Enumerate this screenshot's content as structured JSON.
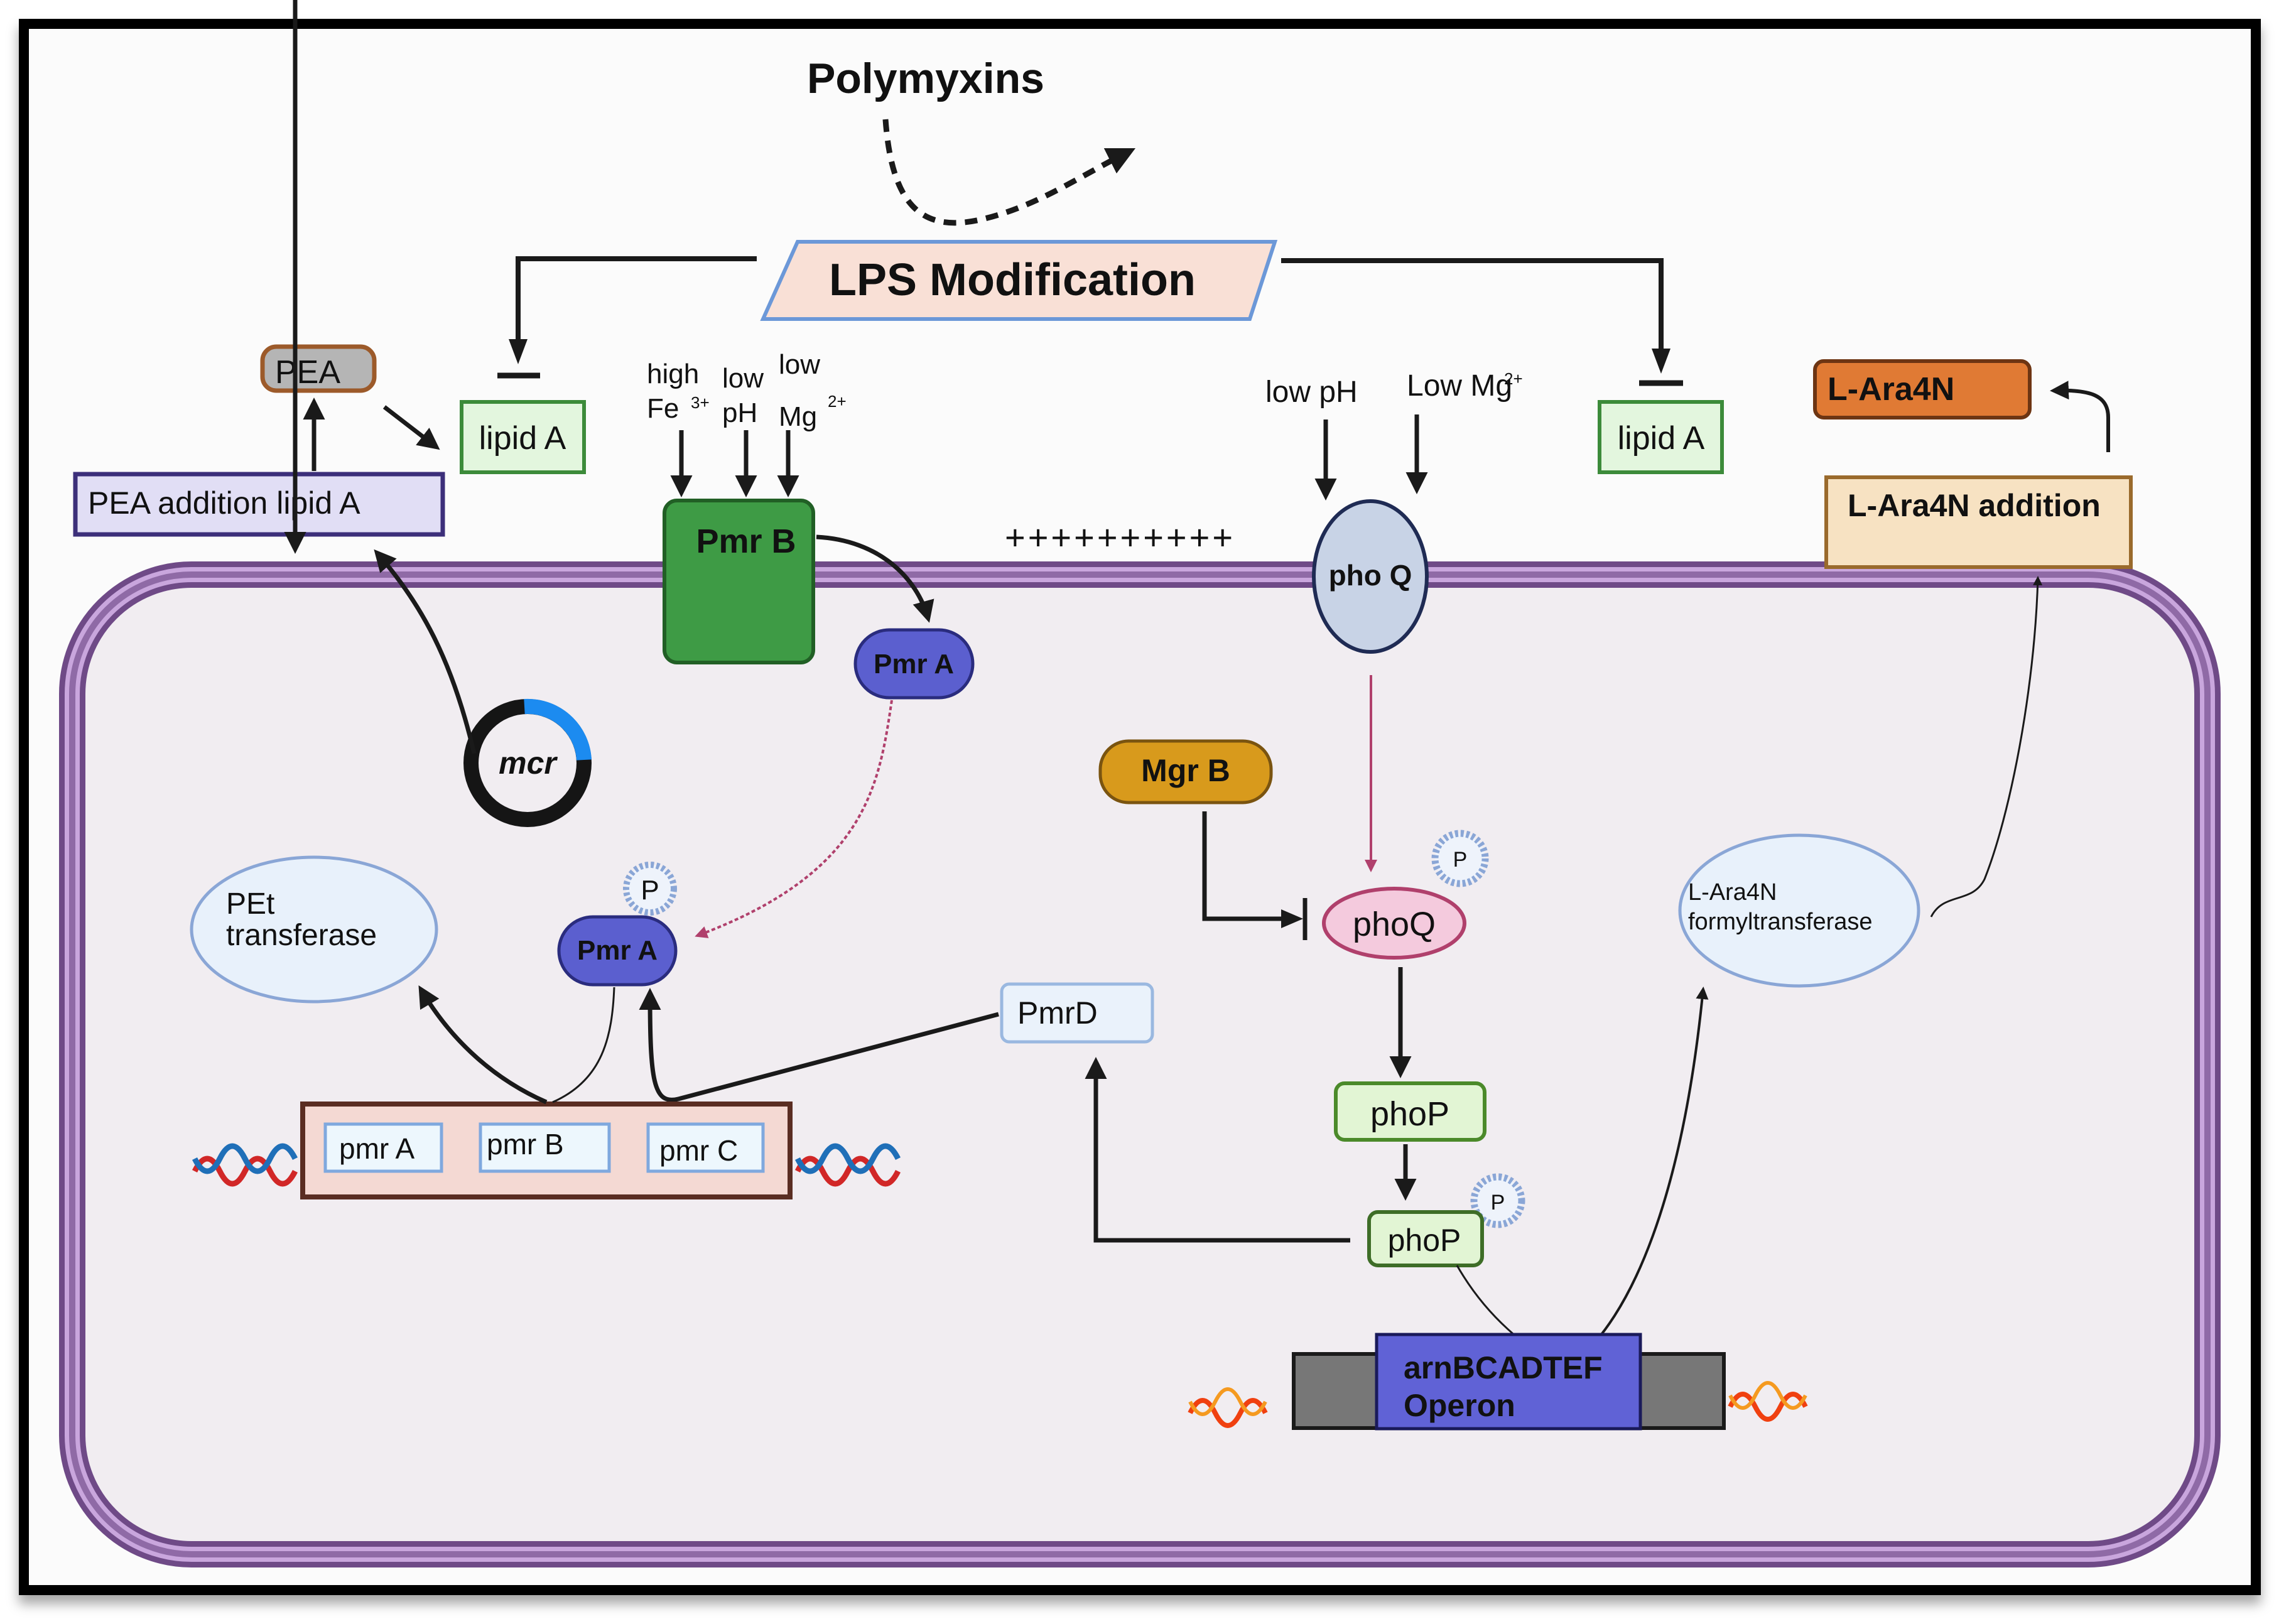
{
  "title": "Polymyxins",
  "lps_modification": "LPS Modification",
  "colors": {
    "membrane": "#6f4a87",
    "membrane_light": "#c9a6dd",
    "cell_fill": "#f1edf1",
    "pmrB": "#3e9b45",
    "pmrA": "#5b5fcf",
    "mgrB": "#d89a1c",
    "phoQ_membrane": "#c8d3e6",
    "phoQ_cyto": "#f4cadd",
    "phoP": "#e2f5d4",
    "lipidA": "#e3f6de",
    "pea": "#b5b5b5",
    "l_ara4n": "#e07a34",
    "l_ara4n_addition": "#f7e2c2",
    "pea_addition": "#e1def5",
    "operon": "#6062d6",
    "operon_flank": "#777777",
    "pmr_operon_box": "#f4d9d3",
    "mcr_highlight": "#1c8bf0",
    "inhibit_arrow": "#000000",
    "pink_arrow": "#b0406c"
  },
  "left": {
    "pea": "PEA",
    "lipid_a": "lipid A",
    "pea_addition": "PEA addition lipid A",
    "pet_transferase_line1": "PEt",
    "pet_transferase_line2": "transferase",
    "mcr": "mcr"
  },
  "pmr_signals": [
    {
      "line1": "high",
      "line2": "Fe",
      "sup": "3+"
    },
    {
      "line1": "low",
      "line2": "pH",
      "sup": ""
    },
    {
      "line1": "low",
      "line2": "Mg",
      "sup": "2+"
    }
  ],
  "pmrB": "Pmr B",
  "pmrA_membrane": "Pmr A",
  "pmrA_phospho": "Pmr A",
  "phospho_label": "P",
  "pmrD": "PmrD",
  "pmr_operon": [
    "pmr A",
    "pmr B",
    "pmr C"
  ],
  "charges": "++++++++++",
  "pho_signals": [
    {
      "text": "low pH",
      "sup": ""
    },
    {
      "text": "Low Mg",
      "sup": "2+"
    }
  ],
  "phoQ_membrane": "pho Q",
  "mgrB": "Mgr B",
  "phoQ": "phoQ",
  "phoP": "phoP",
  "phoP_phospho": "phoP",
  "right": {
    "lipid_a": "lipid A",
    "l_ara4n": "L-Ara4N",
    "l_ara4n_addition": "L-Ara4N addition",
    "formyltransferase_line1": "L-Ara4N",
    "formyltransferase_line2": "formyltransferase"
  },
  "arn_operon_line1": "arnBCADTEF",
  "arn_operon_line2": "Operon"
}
